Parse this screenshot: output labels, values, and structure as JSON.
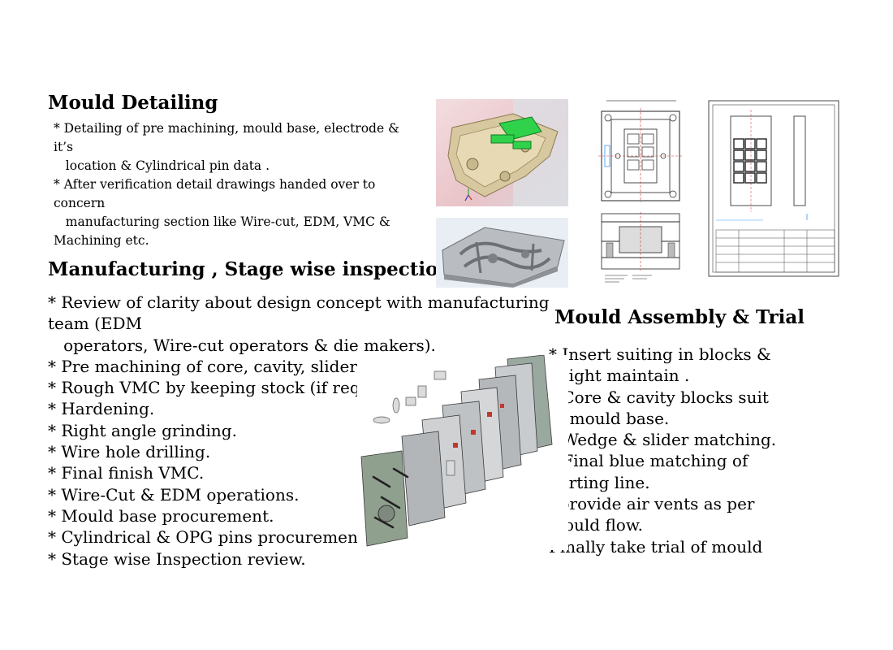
{
  "section1": {
    "title": "Mould Detailing",
    "lines": [
      "* Detailing  of pre machining, mould base, electrode &",
      "it’s",
      "   location & Cylindrical pin data .",
      "* After verification detail drawings handed over to",
      "concern",
      "   manufacturing section like Wire-cut, EDM, VMC &",
      "Machining etc."
    ]
  },
  "section2": {
    "title": "Manufacturing , Stage wise inspection",
    "lines": [
      "* Review of clarity about design concept with manufacturing",
      "team (EDM",
      "   operators, Wire-cut operators & die makers).",
      "* Pre machining of core, cavity, sliders & insert.",
      "* Rough VMC by keeping stock (if required).",
      "* Hardening.",
      "* Right angle grinding.",
      "* Wire hole drilling.",
      "* Final finish VMC.",
      "* Wire-Cut & EDM operations.",
      "* Mould base procurement.",
      "* Cylindrical & OPG pins procurement .",
      "* Stage wise Inspection review."
    ]
  },
  "section3": {
    "title": "Mould Assembly & Trial",
    "lines": [
      "* Insert suiting in blocks &",
      "height maintain .",
      "* Core & cavity blocks suit",
      "in mould base.",
      "* Wedge & slider matching.",
      "* Final blue matching of",
      "parting line.",
      "  provide air vents as per",
      "mould flow.",
      "Finally take trial of mould"
    ]
  },
  "colors": {
    "cad_green": "#2fd24a",
    "cad_part": "#d8c8a0",
    "cad_pink": "#e9c3c8",
    "plate_gray": "#b9bcc0",
    "drawing_line": "#222222"
  }
}
